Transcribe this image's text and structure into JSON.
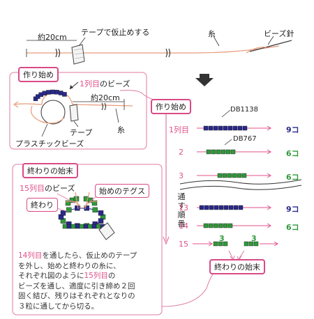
{
  "colors": {
    "pink": "#e0508a",
    "navy": "#2a2a8c",
    "green": "#2f9a3a",
    "thread": "#e89a7a"
  },
  "top": {
    "length_label": "約20cm",
    "tape_label": "テープで仮止めする",
    "thread_label": "糸",
    "needle_label": "ビーズ針"
  },
  "start_panel": {
    "title": "作り始め",
    "first_row_prefix": "1列目",
    "first_row_suffix": "のビーズ",
    "length_label": "約20cm",
    "tape_label": "テープ",
    "thread_label": "糸",
    "plastic_bead_label": "プラスチックビーズ"
  },
  "end_panel": {
    "title": "終わりの始末",
    "row15_prefix": "15列目",
    "row15_suffix": "のビーズ",
    "start_tegusu": "始めのテグス",
    "end_label": "終わり",
    "note": {
      "line1_pink": "14列目",
      "line1_rest": "を通したら、仮止めのテープ",
      "line2": "を外し、始めと終わりの糸に、",
      "line3_a": "それぞれ図のように",
      "line3_pink": "15列目",
      "line3_b": "の",
      "line4": "ビーズを通し、適度に引き締め２回",
      "line5": "固く結び、残りはそれぞれとなりの",
      "line6": "３粒に通してから切る。"
    }
  },
  "right": {
    "start_label": "作り始め",
    "bead_a": "DB1138",
    "bead_b": "DB767",
    "vertical_label": [
      "通",
      "す",
      "順",
      "番"
    ],
    "rows": [
      {
        "label": "1列目",
        "count": "9コ",
        "color": "navy"
      },
      {
        "label": "2",
        "count": "6コ",
        "color": "green"
      },
      {
        "label": "3",
        "count": "6コ",
        "color": "green"
      },
      {
        "label": "13",
        "count": "9コ",
        "color": "navy"
      },
      {
        "label": "14",
        "count": "6コ",
        "color": "green"
      },
      {
        "label": "15",
        "count": "",
        "color": "green"
      }
    ],
    "row15_left_count": "3",
    "row15_right_count": "3",
    "end_label": "終わりの始末"
  }
}
